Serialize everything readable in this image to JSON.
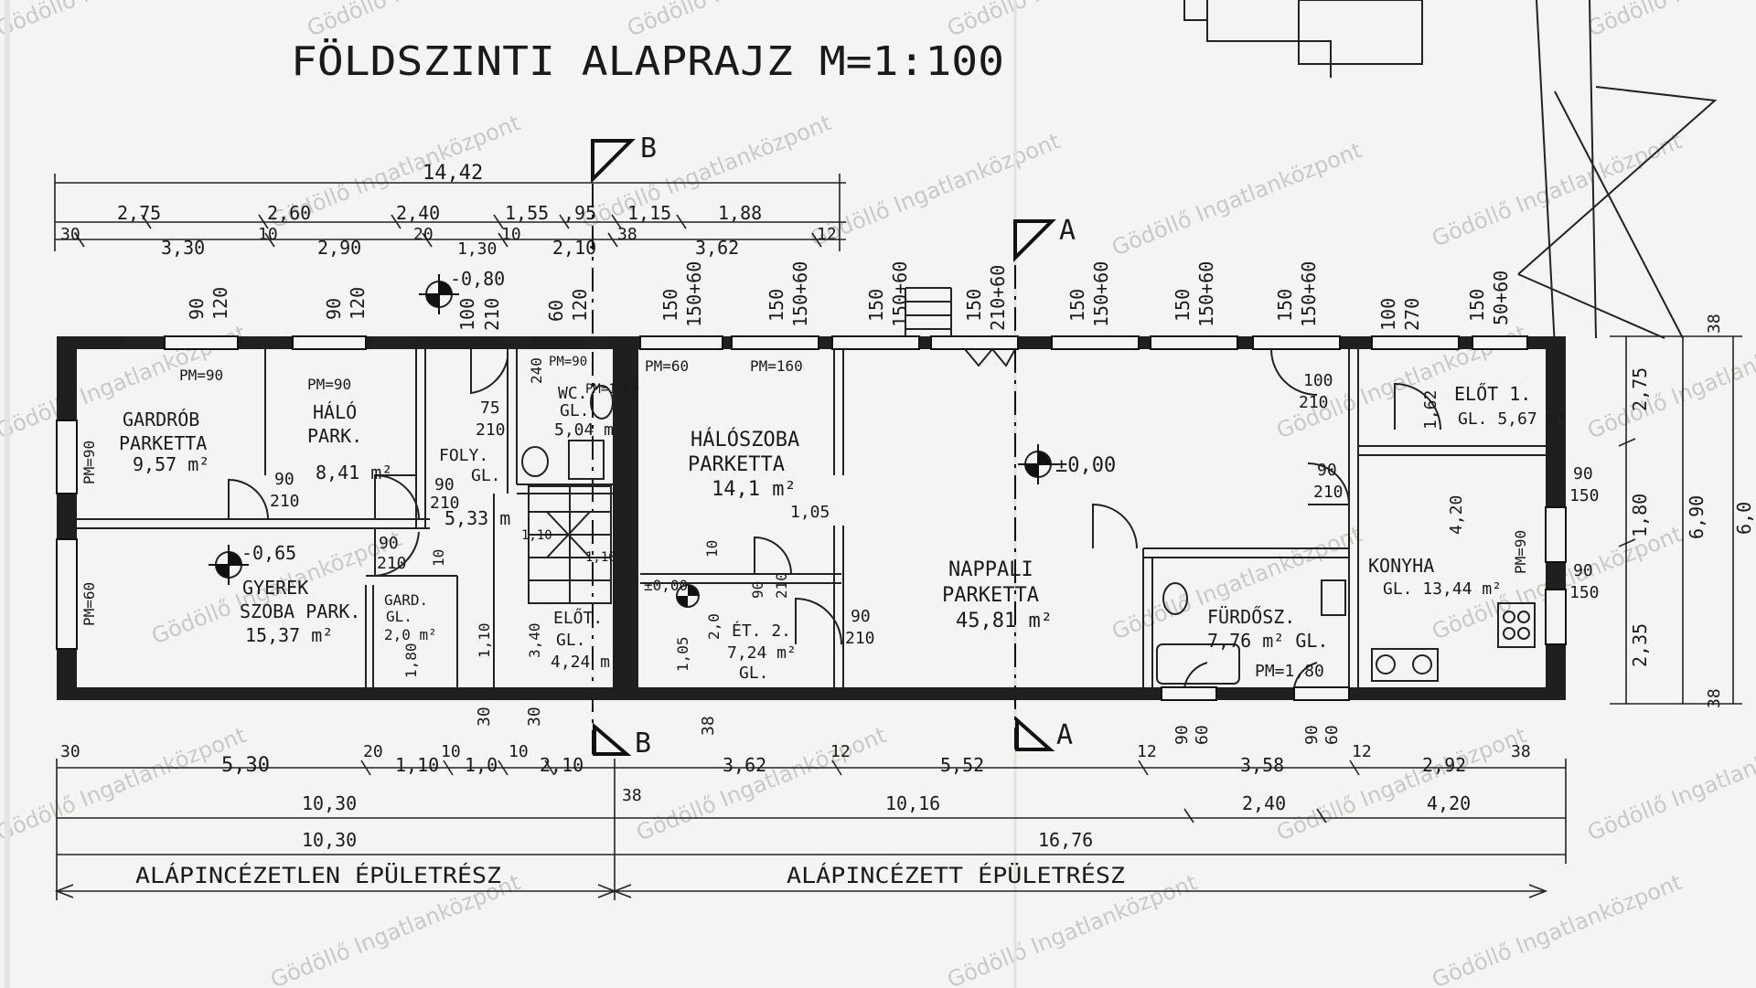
{
  "title": "FÖLDSZINTI ALAPRAJZ M=1:100",
  "watermark": "Gödöllő Ingatlanközpont",
  "section_marks": {
    "a": "A",
    "b": "B"
  },
  "levels": {
    "main": "±0,00",
    "minus080": "-0,80",
    "minus065": "-0,65",
    "et": "±0,00"
  },
  "rooms": [
    {
      "id": "gardrob",
      "lines": [
        "GARDRÓB",
        "PARKETTA",
        "9,57 m²"
      ]
    },
    {
      "id": "halo",
      "lines": [
        "HÁLÓ",
        "PARK.",
        "8,41 m²"
      ]
    },
    {
      "id": "foly",
      "lines": [
        "FOLY.",
        "GL.",
        "5,33 m"
      ]
    },
    {
      "id": "wc",
      "lines": [
        "WC.",
        "GL.",
        "5,04 m²"
      ]
    },
    {
      "id": "haloszoba",
      "lines": [
        "HÁLÓSZOBA",
        "PARKETTA",
        "14,1 m²"
      ]
    },
    {
      "id": "nappali",
      "lines": [
        "NAPPALI",
        "PARKETTA",
        "45,81 m²"
      ]
    },
    {
      "id": "gyerek",
      "lines": [
        "GYEREK",
        "SZOBA PARK.",
        "15,37 m²"
      ]
    },
    {
      "id": "gard2",
      "lines": [
        "GARD.",
        "GL.",
        "2,0 m²"
      ]
    },
    {
      "id": "elot",
      "lines": [
        "ELŐT.",
        "GL.",
        "4,24 m²"
      ]
    },
    {
      "id": "et2",
      "lines": [
        "ÉT. 2.",
        "7,24 m²",
        "GL."
      ]
    },
    {
      "id": "furdo",
      "lines": [
        "FÜRDŐSZ.",
        "7,76 m² GL."
      ]
    },
    {
      "id": "konyha",
      "lines": [
        "KONYHA",
        "GL. 13,44 m²"
      ]
    },
    {
      "id": "elot1",
      "lines": [
        "ELŐT 1.",
        "GL. 5,67 m²"
      ]
    }
  ],
  "pm_labels": [
    "PM=90",
    "PM=90",
    "PM=90",
    "PM=90",
    "PM=60",
    "PM=60",
    "PM=160",
    "PM=1,80",
    "PM=90",
    "PM=1:00"
  ],
  "top_dims": {
    "overall": "14,42",
    "row1": [
      "2,75",
      "2,60",
      "2,40",
      "1,55",
      ",95",
      "1,15",
      "1,88"
    ],
    "row2": [
      "30",
      "3,30",
      "10",
      "2,90",
      "20",
      "1,30",
      "10",
      "2,10",
      "38",
      "3,62",
      "12"
    ]
  },
  "opening_dims": [
    "90",
    "120",
    "90",
    "120",
    "100",
    "210",
    "60",
    "120",
    "150",
    "150+60",
    "150",
    "150+60",
    "150",
    "150+60",
    "150",
    "210+60",
    "150",
    "150+60",
    "150",
    "150+60",
    "150",
    "150+60",
    "100",
    "270",
    "150",
    "50+60"
  ],
  "inner_dims": [
    "75",
    "210",
    "90",
    "210",
    "90",
    "210",
    "240",
    "90",
    "210",
    "100",
    "210",
    "1,05",
    "10",
    "90",
    "210",
    "90",
    "210",
    "90",
    "210",
    "90",
    "150",
    "90",
    "150",
    "1,62",
    "4,20",
    "1,10",
    "3,40",
    "1,80",
    "2,0",
    "1,05",
    "10",
    "1,10",
    "1,10"
  ],
  "right_dims": [
    "38",
    "2,75",
    "1,80",
    "6,90",
    "6,0",
    "2,35",
    "38"
  ],
  "bottom_dims": {
    "row1": [
      "30",
      "5,30",
      "20",
      "1,10",
      "10",
      "1,0",
      "10",
      "2,10",
      "3,62",
      "12",
      "5,52",
      "12",
      "3,58",
      "12",
      "2,92",
      "38"
    ],
    "row2": [
      "10,30",
      "38",
      "10,16",
      "2,40",
      "4,20"
    ],
    "row3": [
      "10,30",
      "16,76"
    ],
    "below_wall": [
      "30",
      "30",
      "38",
      "90",
      "60",
      "90",
      "60"
    ]
  },
  "zones": {
    "left": "ALÁPINCÉZETLEN ÉPÜLETRÉSZ",
    "right": "ALÁPINCÉZETT ÉPÜLETRÉSZ"
  }
}
